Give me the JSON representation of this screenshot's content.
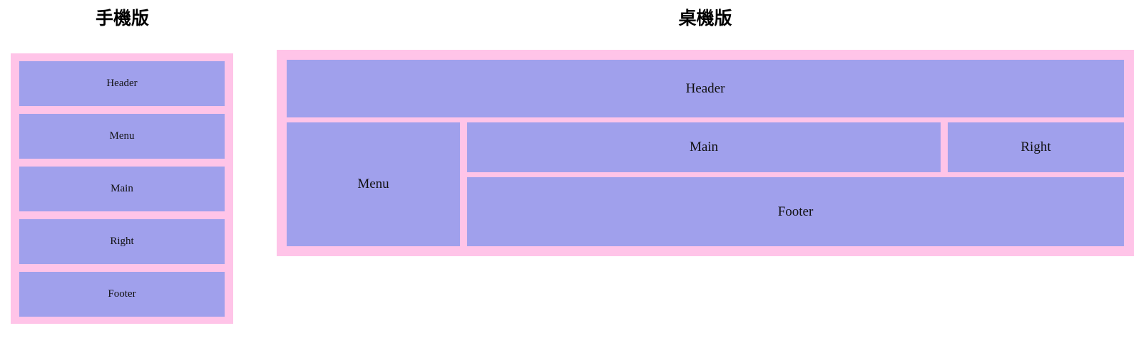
{
  "theme": {
    "frame_color": "#ffc4e8",
    "block_color": "#a0a0ec",
    "text_color": "#111111",
    "title_color": "#000000",
    "page_background": "#ffffff"
  },
  "diagrams": [
    {
      "id": "mobile",
      "title": "手機版",
      "layout": "single-column-stack",
      "blocks": [
        {
          "key": "header",
          "label": "Header"
        },
        {
          "key": "menu",
          "label": "Menu"
        },
        {
          "key": "main",
          "label": "Main"
        },
        {
          "key": "right",
          "label": "Right"
        },
        {
          "key": "footer",
          "label": "Footer"
        }
      ]
    },
    {
      "id": "desktop",
      "title": "桌機版",
      "layout": "holy-grail-grid",
      "blocks": [
        {
          "key": "header",
          "label": "Header"
        },
        {
          "key": "menu",
          "label": "Menu"
        },
        {
          "key": "main",
          "label": "Main"
        },
        {
          "key": "right",
          "label": "Right"
        },
        {
          "key": "footer",
          "label": "Footer"
        }
      ]
    }
  ]
}
